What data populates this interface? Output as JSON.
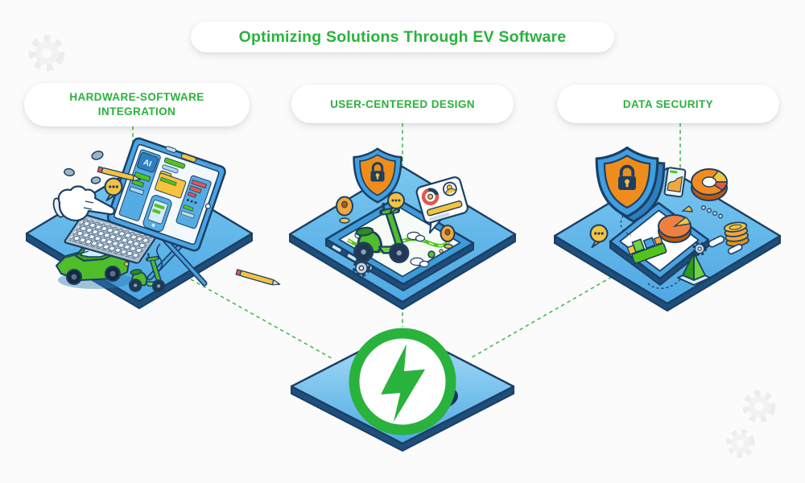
{
  "title": "Optimizing Solutions Through EV Software",
  "sections": [
    {
      "id": "hardware-software-integration",
      "label": "HARDWARE-SOFTWARE INTEGRATION"
    },
    {
      "id": "user-centered-design",
      "label": "USER-CENTERED DESIGN"
    },
    {
      "id": "data-security",
      "label": "DATA SECURITY"
    }
  ],
  "monitor_badge": "AI",
  "center_icon": "lightning-bolt-icon",
  "icons": {
    "security": "shield-lock-icon",
    "decor": "gear-icon",
    "chat": "speech-bubble-dots-icon",
    "location": "map-pin-icon"
  },
  "colors": {
    "accent_green": "#29B23C",
    "connector_green": "#45BA4F",
    "platform_blue": "#58B3E8",
    "outline_navy": "#1C3F63",
    "shield_orange": "#EF8D1C",
    "accent_yellow": "#F6C33E",
    "accent_red": "#E2574C",
    "background": "#FBFBFB"
  }
}
